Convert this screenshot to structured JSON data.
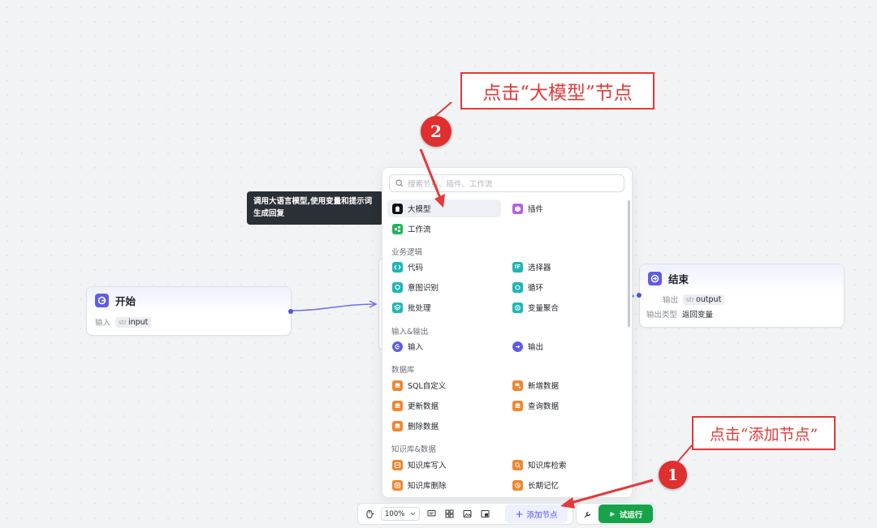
{
  "canvas": {
    "start_node": {
      "title": "开始",
      "row_label": "输入",
      "var_type": "str",
      "var_name": "input"
    },
    "end_node": {
      "title": "结束",
      "output_label": "输出",
      "var_type": "str",
      "var_name": "output",
      "output_type_label": "输出类型",
      "output_type_value": "返回变量"
    }
  },
  "tooltip": {
    "text": "调用大语言模型,使用变量和提示词生成回复"
  },
  "panel": {
    "search_placeholder": "搜索节点、插件、工作流",
    "top_items": [
      {
        "label": "大模型",
        "icon": "llm-icon"
      },
      {
        "label": "插件",
        "icon": "plugin-icon"
      },
      {
        "label": "工作流",
        "icon": "workflow-icon"
      }
    ],
    "sections": [
      {
        "title": "业务逻辑",
        "items": [
          {
            "label": "代码",
            "icon": "code-icon"
          },
          {
            "label": "选择器",
            "icon": "if-icon"
          },
          {
            "label": "意图识别",
            "icon": "intent-icon"
          },
          {
            "label": "循环",
            "icon": "loop-icon"
          },
          {
            "label": "批处理",
            "icon": "batch-icon"
          },
          {
            "label": "变量聚合",
            "icon": "variable-merge-icon"
          }
        ]
      },
      {
        "title": "输入&输出",
        "items": [
          {
            "label": "输入",
            "icon": "input-icon"
          },
          {
            "label": "输出",
            "icon": "output-icon"
          }
        ]
      },
      {
        "title": "数据库",
        "items": [
          {
            "label": "SQL自定义",
            "icon": "sql-icon"
          },
          {
            "label": "新增数据",
            "icon": "db-add-icon"
          },
          {
            "label": "更新数据",
            "icon": "db-update-icon"
          },
          {
            "label": "查询数据",
            "icon": "db-query-icon"
          },
          {
            "label": "删除数据",
            "icon": "db-delete-icon"
          }
        ]
      },
      {
        "title": "知识库&数据",
        "items": [
          {
            "label": "知识库写入",
            "icon": "kb-write-icon"
          },
          {
            "label": "知识库检索",
            "icon": "kb-search-icon"
          },
          {
            "label": "知识库删除",
            "icon": "kb-delete-icon"
          },
          {
            "label": "长期记忆",
            "icon": "memory-icon"
          }
        ]
      }
    ]
  },
  "toolbar": {
    "zoom": "100%",
    "add_node_label": "添加节点",
    "run_label": "试运行"
  },
  "annotations": {
    "step1_label": "点击“添加节点”",
    "step2_label": "点击“大模型”节点",
    "badge1": "1",
    "badge2": "2"
  },
  "colors": {
    "accent": "#4d53e8",
    "run_green": "#16a34a",
    "annotation_red": "#e23a3a",
    "node_purple": "#5e5ce6"
  }
}
